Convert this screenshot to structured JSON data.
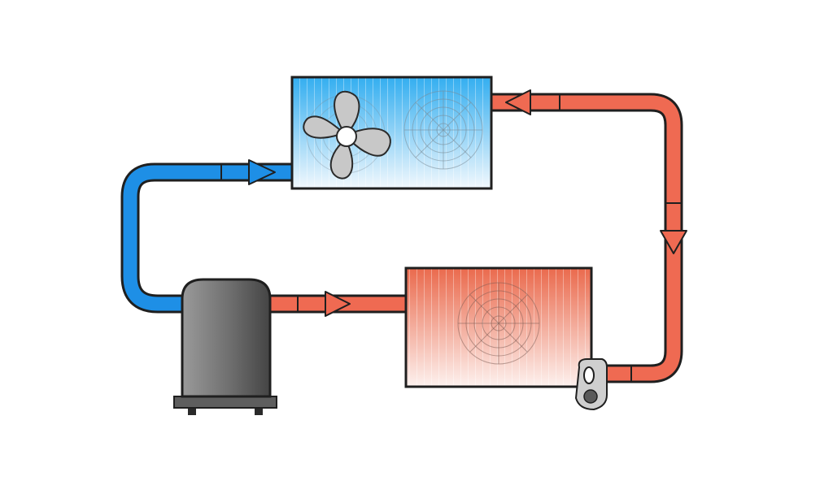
{
  "diagram": {
    "kind": "refrigeration-cycle",
    "labels": [],
    "colors": {
      "cold_line": "#1e8fe6",
      "hot_line": "#ef6a52",
      "outline": "#1f1f1f",
      "cold_coil_top": "#33aef0",
      "cold_coil_bottom": "#f2f8fd",
      "hot_coil_top": "#ea6a4d",
      "hot_coil_bottom": "#fdf1ee",
      "compressor": "#6f6f6f",
      "fan_blade": "#c8c8c8"
    },
    "components": [
      {
        "id": "cold-coil",
        "icon": "coil-with-fan"
      },
      {
        "id": "hot-coil",
        "icon": "coil"
      },
      {
        "id": "compressor",
        "icon": "compressor"
      },
      {
        "id": "expansion-valve",
        "icon": "valve"
      }
    ],
    "flow": [
      "compressor",
      "hot-coil",
      "expansion-valve",
      "cold-coil",
      "compressor"
    ]
  }
}
